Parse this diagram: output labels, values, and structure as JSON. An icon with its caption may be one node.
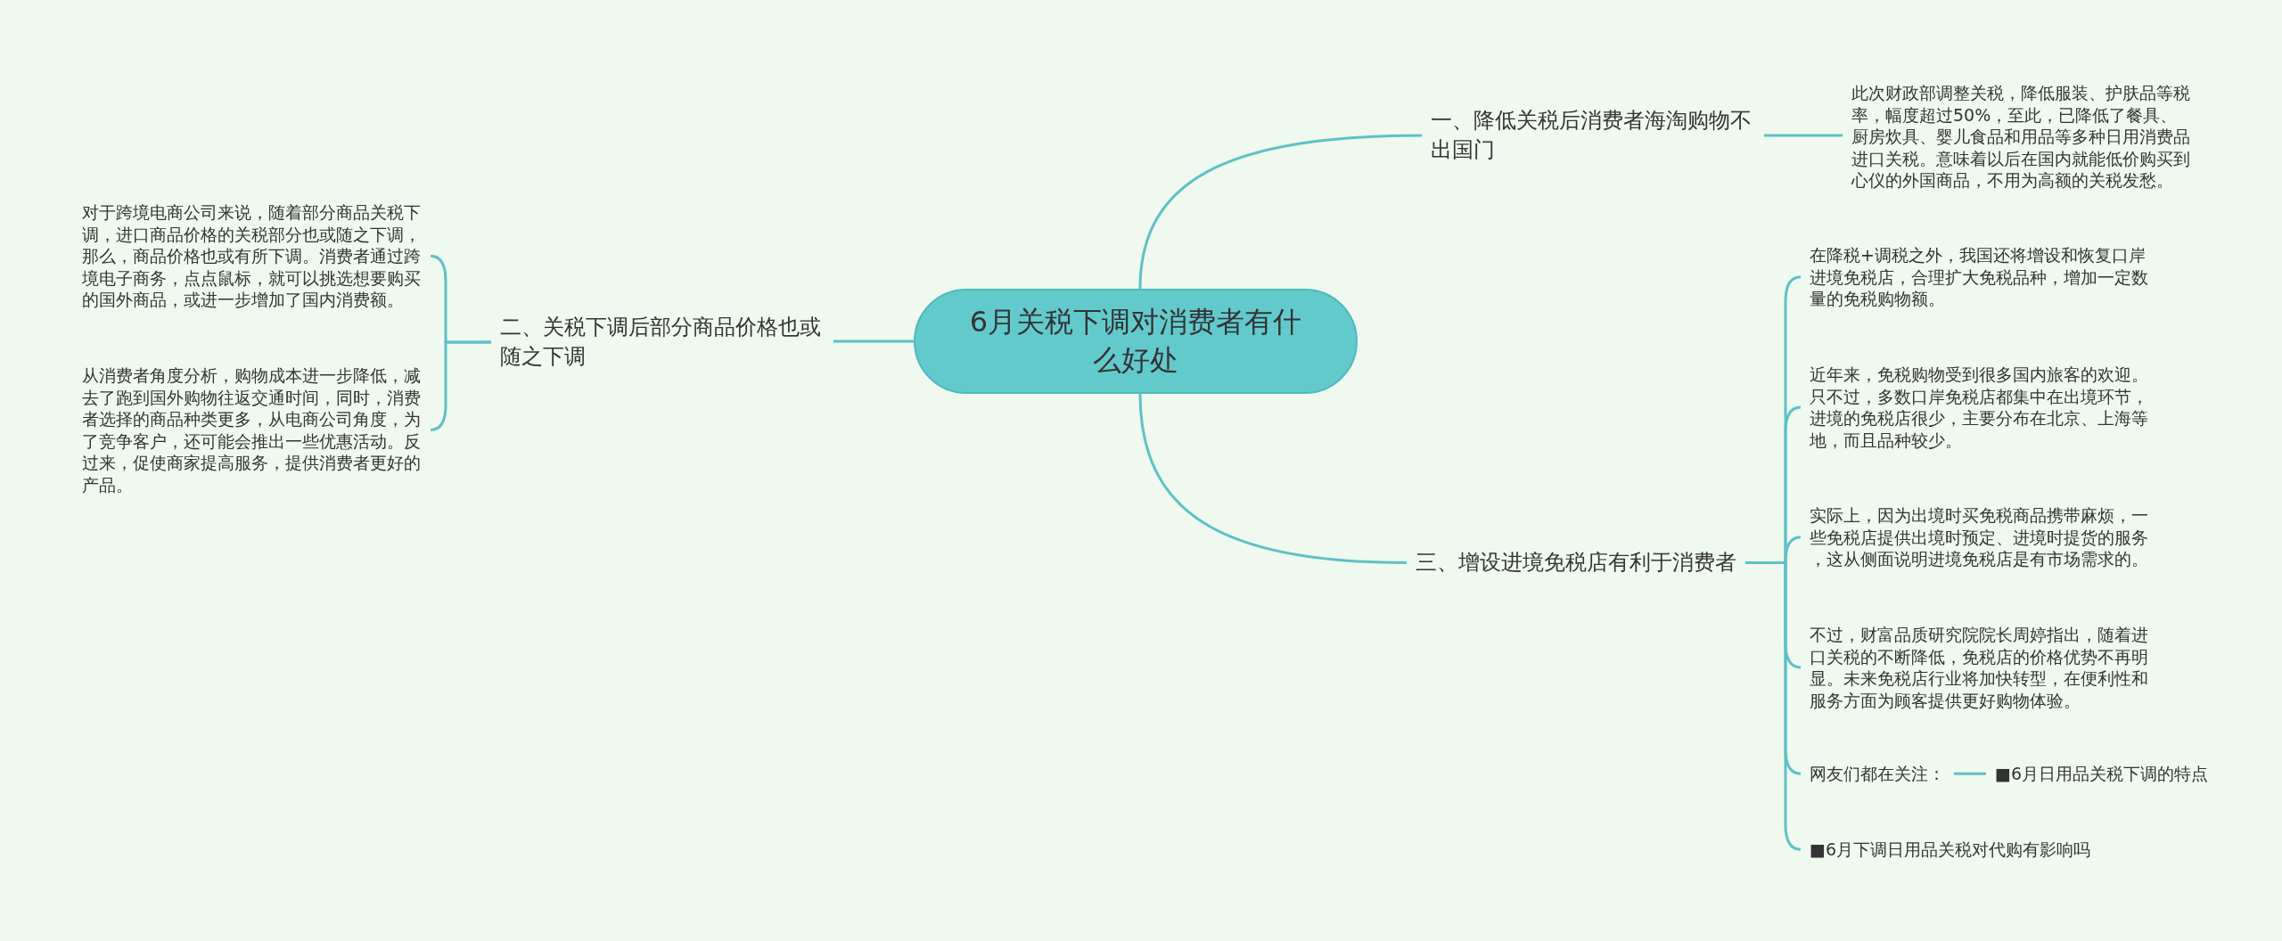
{
  "diagram": {
    "nodes": [
      {
        "text": [
          "6月关税下调对消费者有什么好处"
        ]
      },
      {
        "text": [
          "一、降低关税后消费者海淘购物不出国门"
        ]
      },
      {
        "text": [
          "此次财政部调整关税，降低服装、护肤品等税率，幅度超过50%，至此，已降低了餐具、厨房炊具、婴儿食品和用品等多种日用消费品进口关税。意味着以后在国内就能低价购买到心仪的外国商品，不用为高额的关税发愁。"
        ]
      },
      {
        "text": [
          "二、关税下调后部分商品价格也或随之下调"
        ]
      },
      {
        "text": [
          "对于跨境电商公司来说，随着部分商品关税下调，进口商品价格的关税部分也或随之下调，那么，商品价格也或有所下调。消费者通过跨境电子商务，点点鼠标，就可以挑选想要购买的国外商品，或进一步增加了国内消费额。"
        ]
      },
      {
        "text": [
          "从消费者角度分析，购物成本进一步降低，减去了跑到国外购物往返交通时间，同时，消费者选择的商品种类更多，从电商公司角度，为了竞争客户，还可能会推出一些优惠活动。反过来，促使商家提高服务，提供消费者更好的产品。"
        ]
      },
      {
        "text": [
          "三、增设进境免税店有利于消费者"
        ]
      },
      {
        "text": [
          "在降税+调税之外，我国还将增设和恢复口岸进境免税店，合理扩大免税品种，增加一定数量的免税购物额。"
        ]
      },
      {
        "text": [
          "近年来，免税购物受到很多国内旅客的欢迎。只不过，多数口岸免税店都集中在出境环节，进境的免税店很少，主要分布在北京、上海等地，而且品种较少。"
        ]
      },
      {
        "text": [
          "实际上，因为出境时买免税商品携带麻烦，一些免税店提供出境时预定、进境时提货的服务，这从侧面说明进境免税店是有市场需求的。"
        ]
      },
      {
        "text": [
          "不过，财富品质研究院院长周婷指出，随着进口关税的不断降低，免税店的价格优势不再明显。未来免税店行业将加快转型，在便利性和服务方面为顾客提供更好购物体验。"
        ]
      },
      {
        "text": [
          "网友们都在关注："
        ]
      },
      {
        "text": [
          "■6月日用品关税下调的特点"
        ]
      },
      {
        "text": [
          "■6月下调日用品关税对代购有影响吗"
        ]
      }
    ],
    "edges": [
      {
        "from": 0,
        "to": 1,
        "arrow": "none"
      },
      {
        "from": 1,
        "to": 2,
        "arrow": "none"
      },
      {
        "from": 0,
        "to": 3,
        "arrow": "none"
      },
      {
        "from": 3,
        "to": 4,
        "arrow": "none"
      },
      {
        "from": 3,
        "to": 5,
        "arrow": "none"
      },
      {
        "from": 0,
        "to": 6,
        "arrow": "none"
      },
      {
        "from": 6,
        "to": 7,
        "arrow": "none"
      },
      {
        "from": 6,
        "to": 8,
        "arrow": "none"
      },
      {
        "from": 6,
        "to": 9,
        "arrow": "none"
      },
      {
        "from": 6,
        "to": 10,
        "arrow": "none"
      },
      {
        "from": 6,
        "to": 11,
        "arrow": "none"
      },
      {
        "from": 6,
        "to": 13,
        "arrow": "none"
      },
      {
        "from": 11,
        "to": 12,
        "arrow": "none"
      }
    ]
  }
}
